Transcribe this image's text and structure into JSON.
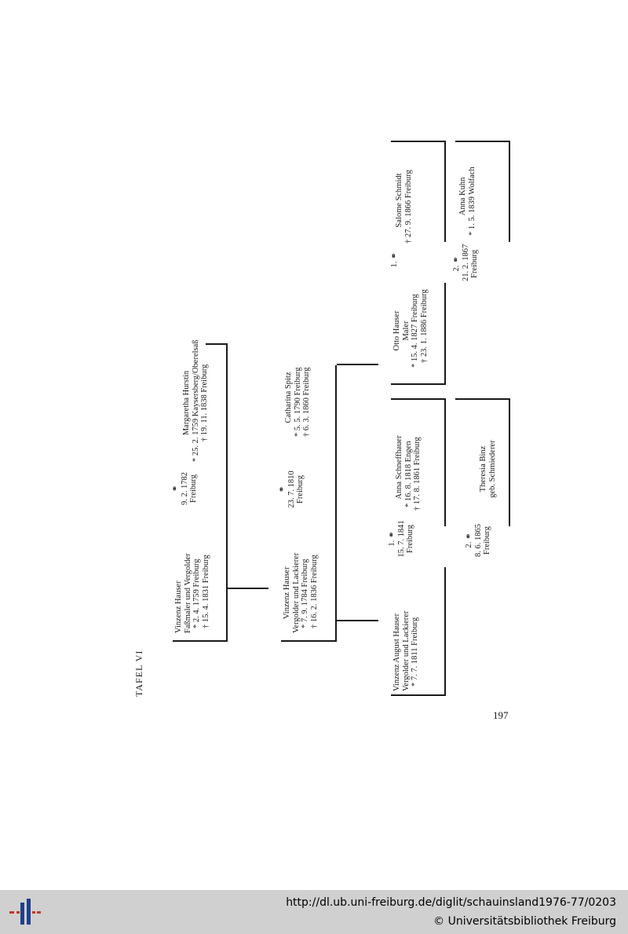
{
  "table_title": "TAFEL VI",
  "page_number": "197",
  "gen1": {
    "husband": [
      "Vinzenz Hauser",
      "Faßmaler und Vergolder",
      "* 2. 4. 1759 Freiburg",
      "† 15. 4. 1831 Freiburg"
    ],
    "marriage": [
      "⚭",
      "9. 2. 1782",
      "Freiburg"
    ],
    "wife": [
      "Margaretha Hurstin",
      "* 25. 2. 1759 Kaysersberg/Oberelsaß",
      "† 19. 11. 1838 Freiburg"
    ]
  },
  "gen2": {
    "husband": [
      "Vinzenz Hauser",
      "Vergolder und Lackierer",
      "* 7. 9. 1784 Freiburg",
      "† 16. 2. 1836 Freiburg"
    ],
    "marriage": [
      "⚭",
      "23. 7. 1810",
      "Freiburg"
    ],
    "wife": [
      "Catharina Spitz",
      "* 5. 5. 1790 Freiburg",
      "† 6. 3. 1860 Freiburg"
    ]
  },
  "gen3a": {
    "person": [
      "Vinzenz August Hauser",
      "Vergolder und Lackierer",
      "* 7. 7. 1811 Freiburg"
    ],
    "marriage1": [
      "1. ⚭",
      "15. 7. 1841",
      "Freiburg"
    ],
    "wife1": [
      "Anna Schneffhauer",
      "* 16. 8. 1818 Engen",
      "† 17. 8. 1861 Freiburg"
    ],
    "marriage2": [
      "2. ⚭",
      "8. 6. 1865",
      "Freiburg"
    ],
    "wife2": [
      "Theresia Binz",
      "geb. Schmiederer"
    ]
  },
  "gen3b": {
    "person": [
      "Otto Hauser",
      "Maler",
      "* 15. 4. 1827 Freiburg",
      "† 23. 1. 1886 Freiburg"
    ],
    "marriage1": [
      "1. ⚭"
    ],
    "wife1": [
      "Salome Schmidt",
      "† 27. 9. 1866 Freiburg"
    ],
    "marriage2": [
      "2. ⚭",
      "21. 2. 1867",
      "Freiburg"
    ],
    "wife2": [
      "Anna Kuhn",
      "* 1. 5. 1839 Wolfach"
    ]
  },
  "footer": {
    "url": "http://dl.ub.uni-freiburg.de/diglit/schauinsland1976-77/0203",
    "copyright": "© Universitätsbibliothek Freiburg"
  },
  "colors": {
    "ink": "#1a1a1a",
    "footer_bg": "#d0d0d0",
    "logo_blue": "#1f3f8f",
    "logo_red": "#c0392b"
  }
}
